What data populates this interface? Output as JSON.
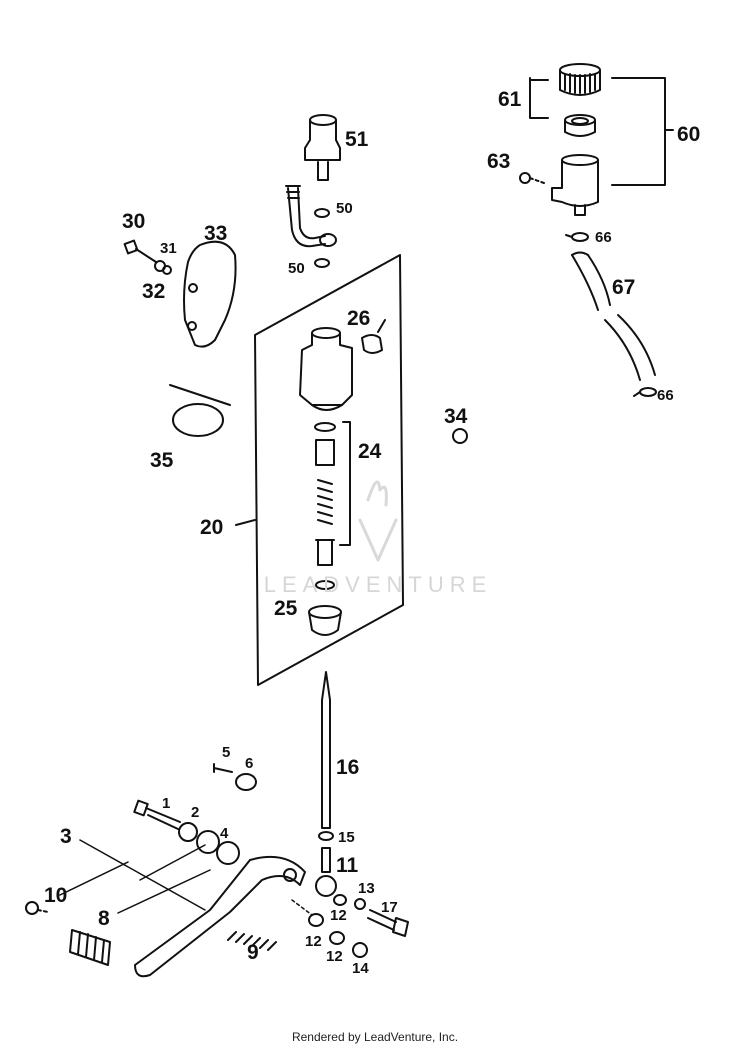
{
  "watermark": "LEADVENTURE",
  "footer": "Rendered by LeadVenture, Inc.",
  "callouts": {
    "n1": "1",
    "n2": "2",
    "n3": "3",
    "n4": "4",
    "n5": "5",
    "n6": "6",
    "n8": "8",
    "n9": "9",
    "n10": "10",
    "n11": "11",
    "n12a": "12",
    "n12b": "12",
    "n12c": "12",
    "n13": "13",
    "n14": "14",
    "n15": "15",
    "n16": "16",
    "n17": "17",
    "n20": "20",
    "n24": "24",
    "n25": "25",
    "n26": "26",
    "n30": "30",
    "n31": "31",
    "n32": "32",
    "n33": "33",
    "n34": "34",
    "n35": "35",
    "n50a": "50",
    "n50b": "50",
    "n51": "51",
    "n60": "60",
    "n61": "61",
    "n63": "63",
    "n66a": "66",
    "n66b": "66",
    "n67": "67"
  }
}
